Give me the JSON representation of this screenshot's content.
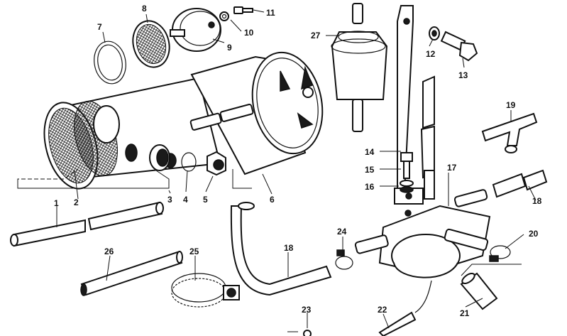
{
  "callouts": {
    "c1": "1",
    "c2": "2",
    "c3": "3",
    "c4": "4",
    "c5": "5",
    "c6": "6",
    "c7": "7",
    "c8": "8",
    "c9": "9",
    "c10": "10",
    "c11": "11",
    "c12": "12",
    "c13": "13",
    "c14": "14",
    "c15": "15",
    "c16": "16",
    "c17": "17",
    "c18a": "18",
    "c18b": "18",
    "c19": "19",
    "c20": "20",
    "c21": "21",
    "c22": "22",
    "c23": "23",
    "c24": "24",
    "c25": "25",
    "c26": "26",
    "c27": "27"
  }
}
